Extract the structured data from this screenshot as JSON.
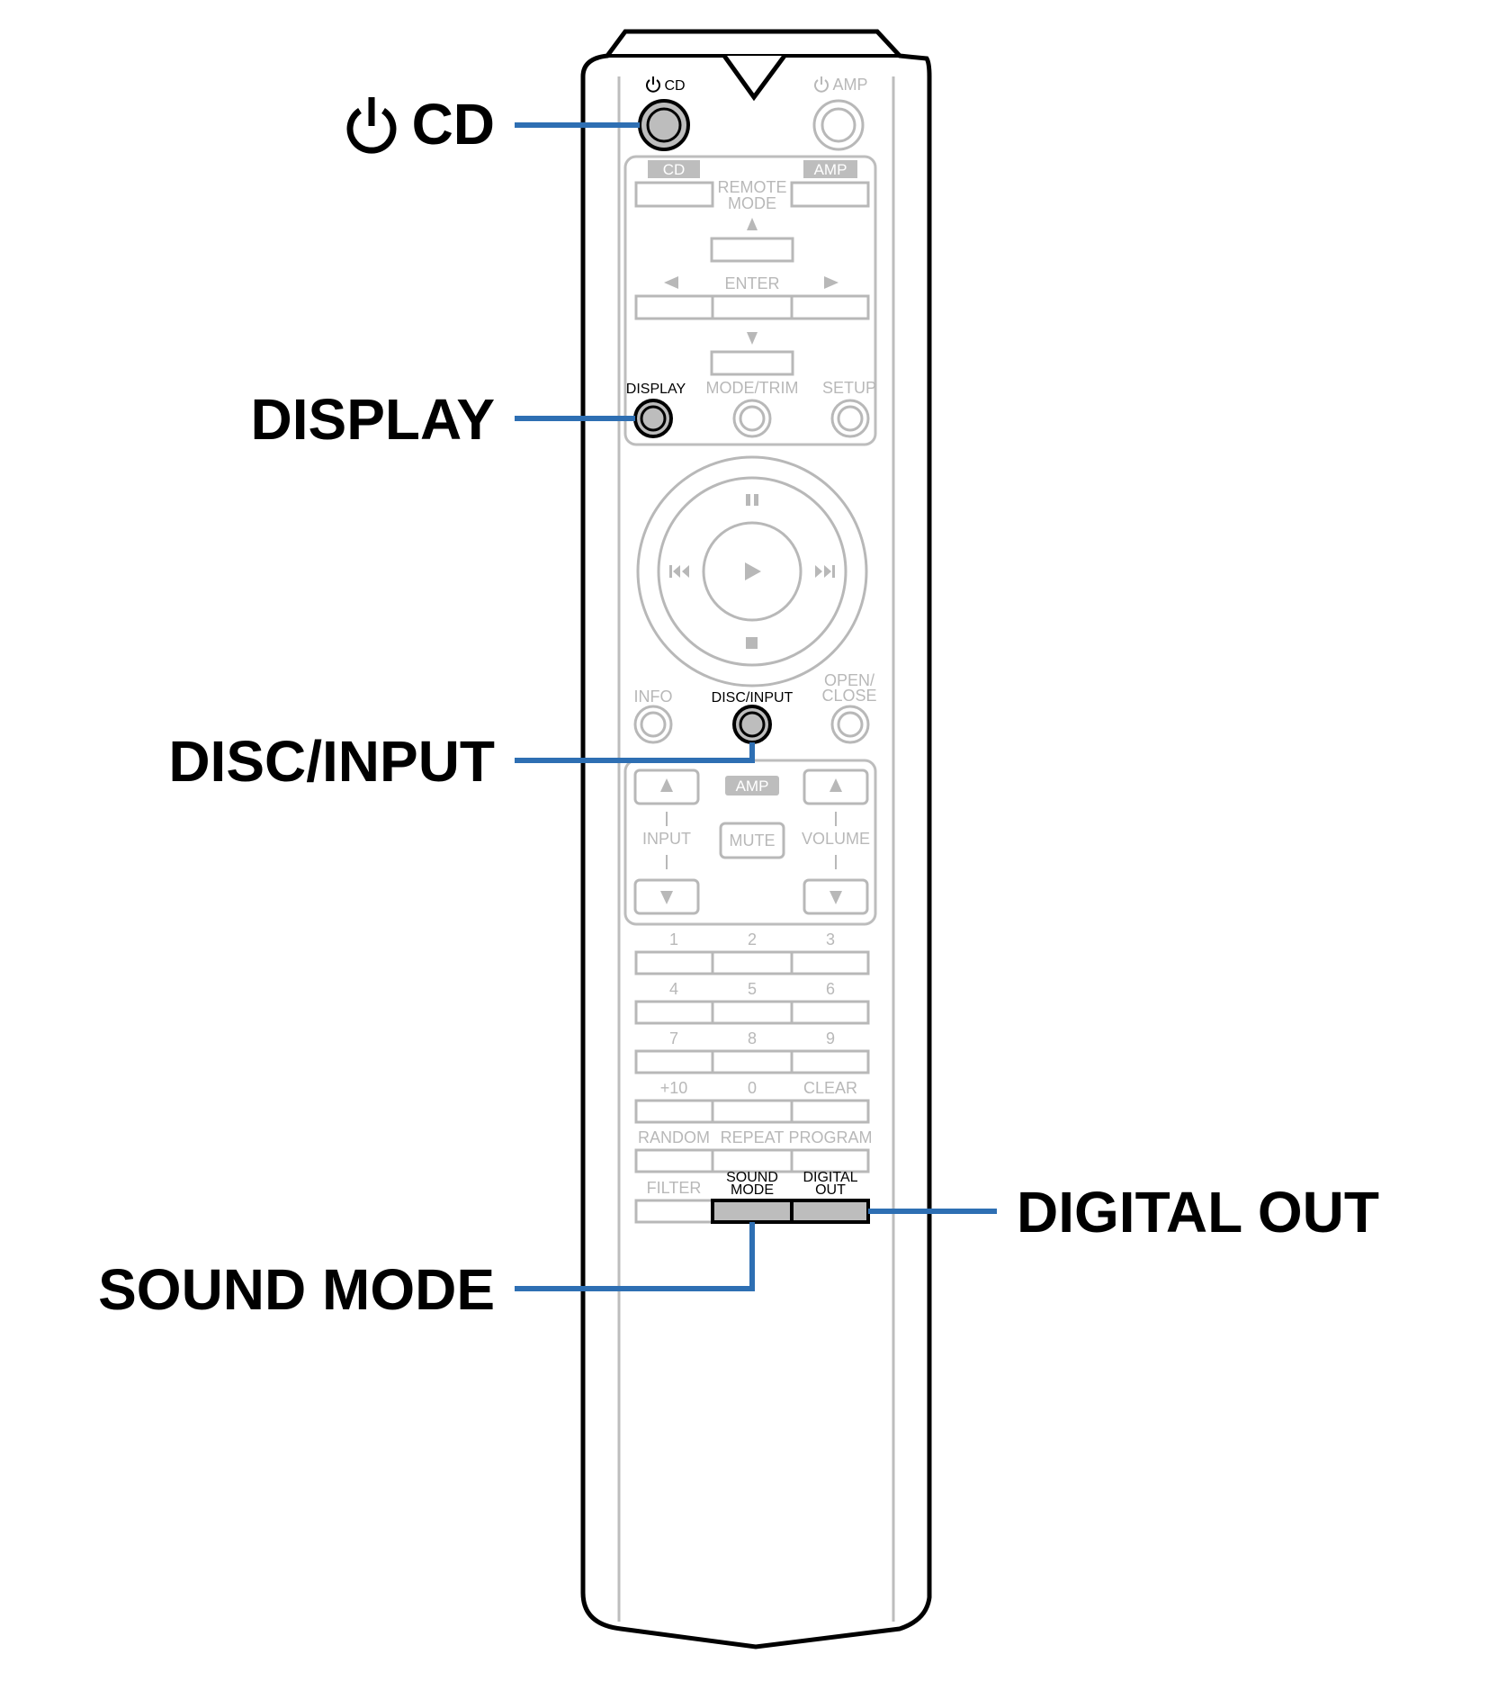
{
  "callouts": {
    "power_cd": "CD",
    "display": "DISPLAY",
    "disc_input": "DISC/INPUT",
    "sound_mode": "SOUND MODE",
    "digital_out": "DIGITAL OUT"
  },
  "remote": {
    "power_cd": "CD",
    "power_amp": "AMP",
    "tab_cd": "CD",
    "tab_amp": "AMP",
    "remote_mode_1": "REMOTE",
    "remote_mode_2": "MODE",
    "enter": "ENTER",
    "display": "DISPLAY",
    "mode_trim": "MODE/TRIM",
    "setup": "SETUP",
    "info": "INFO",
    "disc_input": "DISC/INPUT",
    "open_close_1": "OPEN/",
    "open_close_2": "CLOSE",
    "amp_badge": "AMP",
    "input": "INPUT",
    "mute": "MUTE",
    "volume": "VOLUME",
    "keypad": [
      [
        "1",
        "2",
        "3"
      ],
      [
        "4",
        "5",
        "6"
      ],
      [
        "7",
        "8",
        "9"
      ],
      [
        "+10",
        "0",
        "CLEAR"
      ]
    ],
    "random": "RANDOM",
    "repeat": "REPEAT",
    "program": "PROGRAM",
    "filter": "FILTER",
    "sound_mode_1": "SOUND",
    "sound_mode_2": "MODE",
    "digital_out_1": "DIGITAL",
    "digital_out_2": "OUT"
  },
  "colors": {
    "leader_line": "#2e6fb3",
    "highlight_button": "#bdbdbd",
    "inactive_label": "#b8b8b8"
  }
}
